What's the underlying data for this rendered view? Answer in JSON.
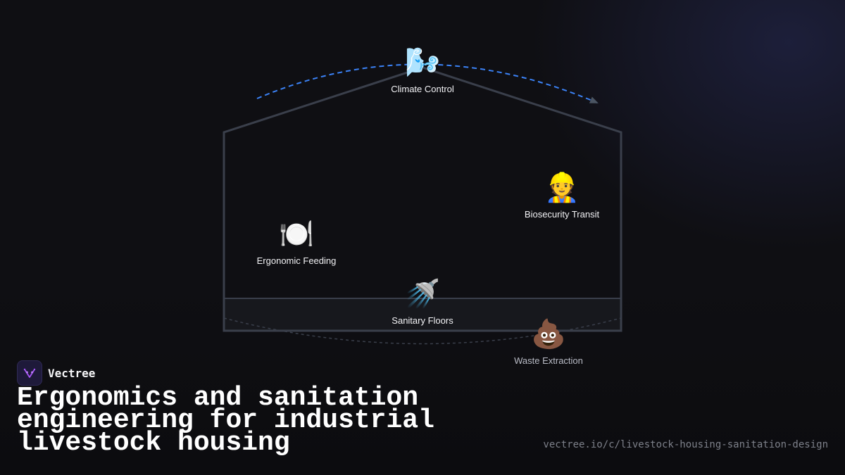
{
  "diagram": {
    "nodes": [
      {
        "id": "climate",
        "label": "Climate Control",
        "icon": "wind-face-icon",
        "glyph": "🌬️"
      },
      {
        "id": "biosecurity",
        "label": "Biosecurity Transit",
        "icon": "construction-worker-icon",
        "glyph": "👷"
      },
      {
        "id": "feeding",
        "label": "Ergonomic Feeding",
        "icon": "plate-cutlery-icon",
        "glyph": "🍽️"
      },
      {
        "id": "floors",
        "label": "Sanitary Floors",
        "icon": "shower-icon",
        "glyph": "🚿"
      },
      {
        "id": "waste",
        "label": "Waste Extraction",
        "icon": "pile-of-poo-icon",
        "glyph": "💩"
      }
    ],
    "colors": {
      "barn_outline": "#3a3f4b",
      "airflow_arc": "#3b82f6",
      "floor_fill": "#17181d"
    }
  },
  "brand": {
    "name": "Vectree",
    "logo_color": "#a855f7"
  },
  "title": "Ergonomics and sanitation engineering for industrial livestock housing",
  "url": "vectree.io/c/livestock-housing-sanitation-design"
}
